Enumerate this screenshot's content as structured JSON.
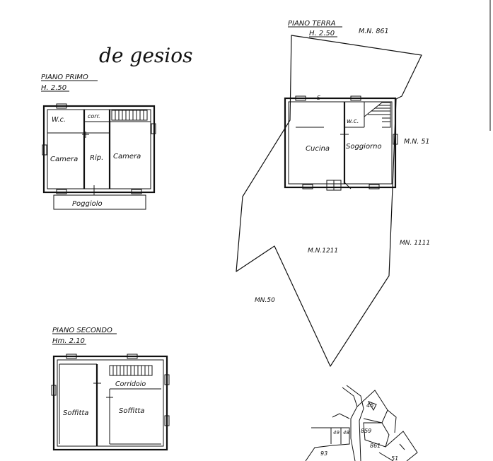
{
  "annotation": "de gesios",
  "piano_primo": {
    "title": "PIANO PRIMO",
    "height": "H. 2.50",
    "rooms": [
      "W.c.",
      "corr.",
      "Camera",
      "Rip.",
      "Camera",
      "Poggiolo"
    ]
  },
  "piano_terra": {
    "title": "PIANO TERRA",
    "height": "H. 2.50",
    "rooms": [
      "w.c.",
      "Cucina",
      "Soggiorno"
    ],
    "mark_s": "S"
  },
  "piano_secondo": {
    "title": "PIANO SECONDO",
    "height": "Hm. 2.10",
    "rooms": [
      "Corridoio",
      "Soffitta",
      "Soffitta"
    ]
  },
  "parcels": {
    "mn861": "M.N. 861",
    "mn51": "M.N. 51",
    "mn1211": "M.N.1211",
    "mn1111": "MN. 1111",
    "mn50": "MN.50"
  },
  "cadastral_map": {
    "labels": [
      "46",
      "859",
      "861",
      "93",
      "51",
      "49",
      "48"
    ]
  }
}
